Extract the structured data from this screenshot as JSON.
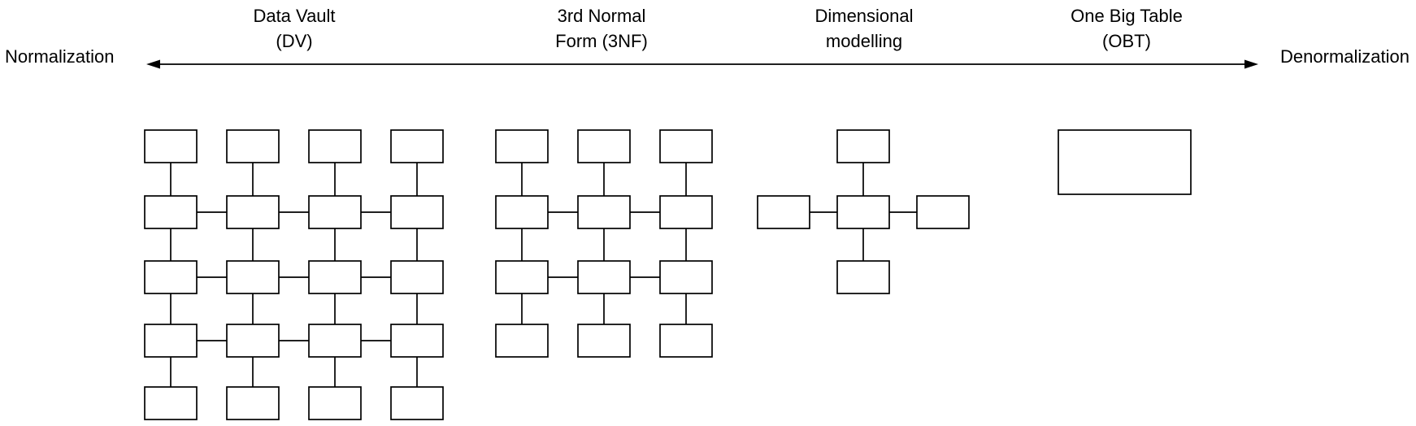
{
  "spectrum": {
    "left_label": "Normalization",
    "right_label": "Denormalization"
  },
  "approaches": [
    {
      "id": "data-vault",
      "label": "Data Vault\n(DV)",
      "structure": "grid",
      "rows": 5,
      "cols": 4,
      "node_count": 20,
      "horizontal_link_rows": [
        2,
        3,
        4
      ]
    },
    {
      "id": "third-normal-form",
      "label": "3rd Normal\nForm (3NF)",
      "structure": "grid",
      "rows": 4,
      "cols": 3,
      "node_count": 12,
      "horizontal_link_rows": [
        2,
        3
      ]
    },
    {
      "id": "dimensional-modelling",
      "label": "Dimensional\nmodelling",
      "structure": "star",
      "node_count": 5
    },
    {
      "id": "one-big-table",
      "label": "One Big Table\n(OBT)",
      "structure": "single",
      "node_count": 1
    }
  ],
  "colors": {
    "stroke": "#000000",
    "fill": "#ffffff",
    "background": "#ffffff"
  }
}
